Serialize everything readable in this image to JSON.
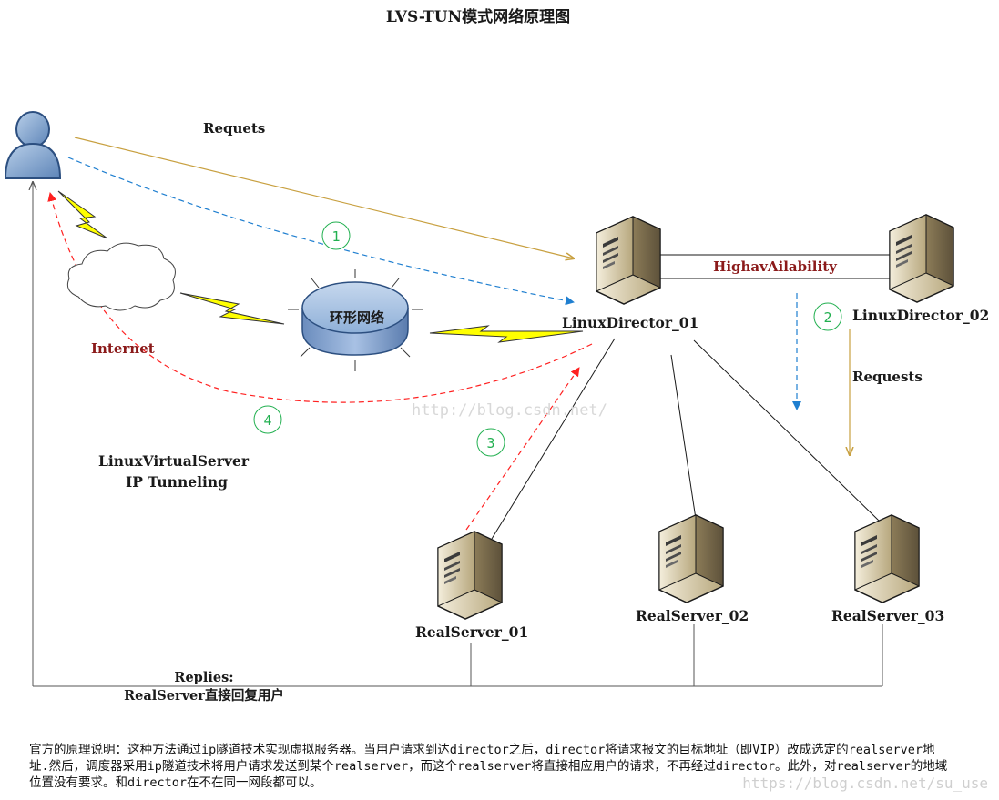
{
  "title": "LVS-TUN模式网络原理图",
  "labels": {
    "requets": "Requets",
    "internet": "Internet",
    "ring_network": "环形网络",
    "ha": "HighavAilability",
    "director1": "LinuxDirector_01",
    "director2": "LinuxDirector_02",
    "requests": "Requests",
    "lvs_line1": "LinuxVirtualServer",
    "lvs_line2": "IP Tunneling",
    "rs1": "RealServer_01",
    "rs2": "RealServer_02",
    "rs3": "RealServer_03",
    "replies_line1": "Replies:",
    "replies_line2": "RealServer直接回复用户",
    "watermark_center": "http://blog.csdn.net/",
    "watermark_corner": "https://blog.csdn.net/su_use"
  },
  "steps": [
    "1",
    "2",
    "3",
    "4"
  ],
  "description": "官方的原理说明：这种方法通过ip隧道技术实现虚拟服务器。当用户请求到达director之后，director将请求报文的目标地址（即VIP）改成选定的realserver地址.然后，调度器采用ip隧道技术将用户请求发送到某个realserver，而这个realserver将直接相应用户的请求，不再经过director。此外，对realserver的地域位置没有要求。和director在不在同一网段都可以。",
  "colors": {
    "request_line": "#c8a040",
    "dashed_blue": "#1f7fd0",
    "dashed_red": "#ff2020",
    "step_circle": "#22b050",
    "ha_text": "#8b1a1a",
    "lightning": "#ffff00"
  },
  "icons": [
    "user-icon",
    "cloud-icon",
    "ring-network-icon",
    "lightning-icon",
    "server-icon"
  ]
}
